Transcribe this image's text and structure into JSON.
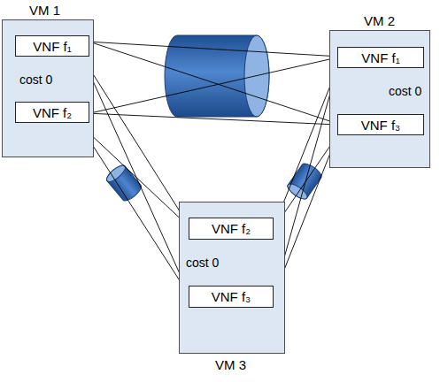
{
  "diagram": {
    "nodes": [
      {
        "text": [
          "VM 1"
        ]
      },
      {
        "text": [
          "VNF f₁"
        ],
        "in": 0
      },
      {
        "text": [
          "VNF f₂"
        ],
        "in": 0
      },
      {
        "text": [
          "VM 2"
        ]
      },
      {
        "text": [
          "VNF f₁"
        ],
        "in": 3
      },
      {
        "text": [
          "VNF f₃"
        ],
        "in": 3
      },
      {
        "text": [
          "VM 3"
        ]
      },
      {
        "text": [
          "VNF f₂"
        ],
        "in": 6
      },
      {
        "text": [
          "VNF f₃"
        ],
        "in": 6
      }
    ],
    "edges": [
      {
        "from": 1,
        "to": 2,
        "arrow": "none",
        "label": "cost 0"
      },
      {
        "from": 4,
        "to": 5,
        "arrow": "none",
        "label": "cost 0"
      },
      {
        "from": 7,
        "to": 8,
        "arrow": "none",
        "label": "cost 0"
      },
      {
        "from": 1,
        "to": 4,
        "arrow": "none"
      },
      {
        "from": 1,
        "to": 5,
        "arrow": "none"
      },
      {
        "from": 2,
        "to": 4,
        "arrow": "none"
      },
      {
        "from": 2,
        "to": 5,
        "arrow": "none"
      },
      {
        "from": 1,
        "to": 7,
        "arrow": "none"
      },
      {
        "from": 1,
        "to": 8,
        "arrow": "none"
      },
      {
        "from": 2,
        "to": 7,
        "arrow": "none"
      },
      {
        "from": 2,
        "to": 8,
        "arrow": "none"
      },
      {
        "from": 4,
        "to": 7,
        "arrow": "none"
      },
      {
        "from": 4,
        "to": 8,
        "arrow": "none"
      },
      {
        "from": 5,
        "to": 7,
        "arrow": "none"
      },
      {
        "from": 5,
        "to": 8,
        "arrow": "none"
      }
    ]
  }
}
